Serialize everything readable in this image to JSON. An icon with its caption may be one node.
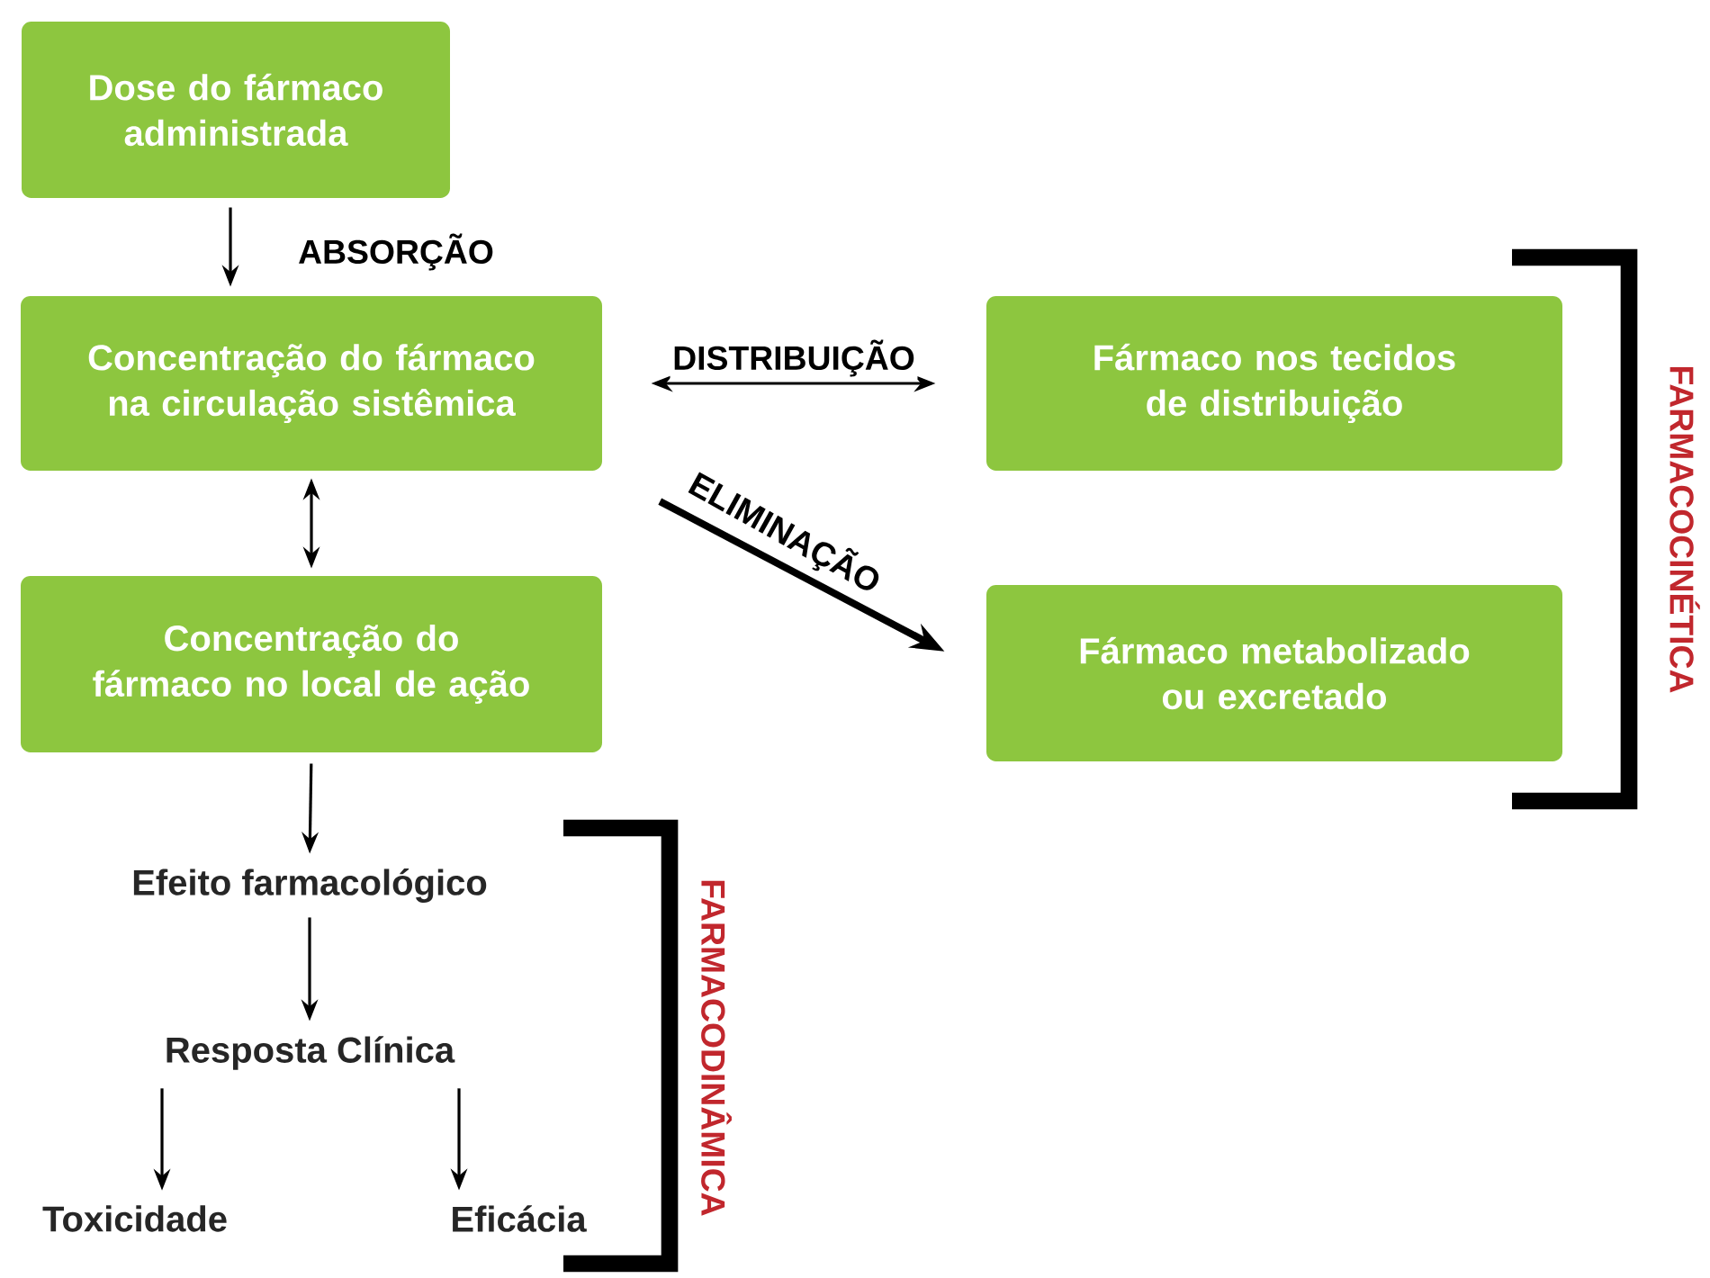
{
  "diagram": {
    "nodes": [
      {
        "text": [
          "Dose do fármaco administrada"
        ]
      },
      {
        "text": [
          "Concentração do fármaco na circulação sistêmica"
        ]
      },
      {
        "text": [
          "Concentração do fármaco no local de ação"
        ]
      },
      {
        "text": [
          "Fármaco nos tecidos de distribuição"
        ]
      },
      {
        "text": [
          "Fármaco metabolizado ou excretado"
        ]
      },
      {
        "text": [
          "Efeito farmacológico"
        ]
      },
      {
        "text": [
          "Resposta Clínica"
        ]
      },
      {
        "text": [
          "Toxicidade"
        ]
      },
      {
        "text": [
          "Eficácia"
        ]
      }
    ],
    "edges": [
      {
        "from": 0,
        "to": 1,
        "arrow": "to",
        "label": "ABSORÇÃO"
      },
      {
        "from": 1,
        "to": 3,
        "arrow": "both",
        "label": "DISTRIBUIÇÃO"
      },
      {
        "from": 1,
        "to": 4,
        "arrow": "to",
        "label": "ELIMINAÇÃO",
        "style": "thick"
      },
      {
        "from": 1,
        "to": 2,
        "arrow": "both"
      },
      {
        "from": 2,
        "to": 5,
        "arrow": "to"
      },
      {
        "from": 5,
        "to": 6,
        "arrow": "to"
      },
      {
        "from": 6,
        "to": 7,
        "arrow": "to"
      },
      {
        "from": 6,
        "to": 8,
        "arrow": "to"
      }
    ],
    "labels": [
      "FARMACOCINÉTICA",
      "FARMACODINÂMICA"
    ]
  }
}
